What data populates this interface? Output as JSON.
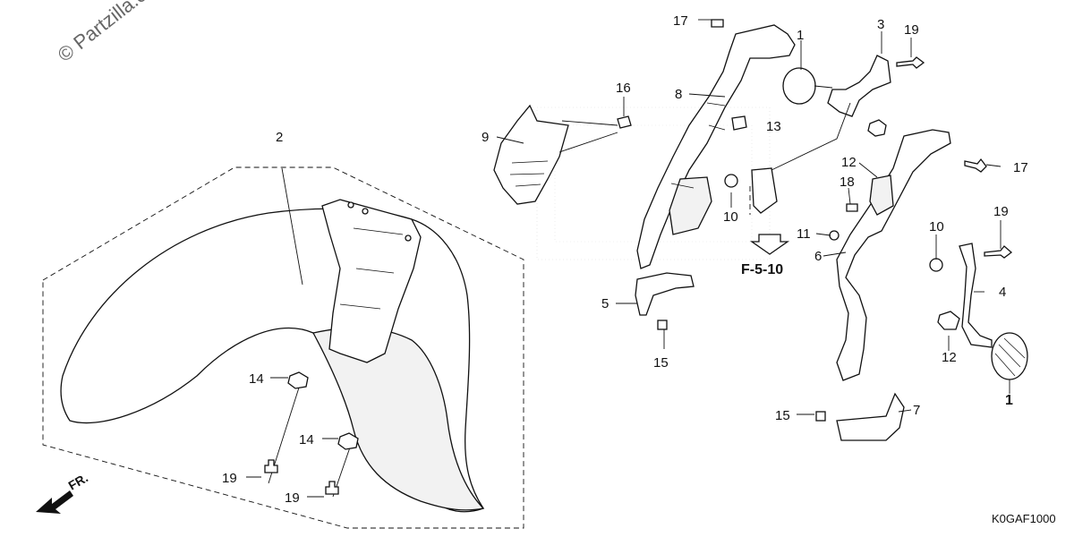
{
  "watermark": "© Partzilla.c",
  "diagram_code": "K0GAF1000",
  "reference": "F-5-10",
  "direction_label": "FR.",
  "callouts": {
    "c1_top": "1",
    "c1_bottom": "1",
    "c2": "2",
    "c3": "3",
    "c4": "4",
    "c5": "5",
    "c6": "6",
    "c7": "7",
    "c8": "8",
    "c9": "9",
    "c10_left": "10",
    "c10_right": "10",
    "c11": "11",
    "c12_top": "12",
    "c12_bottom": "12",
    "c13": "13",
    "c14_upper": "14",
    "c14_lower": "14",
    "c15_left": "15",
    "c15_right": "15",
    "c16": "16",
    "c17_top": "17",
    "c17_right": "17",
    "c18": "18",
    "c19_top": "19",
    "c19_right": "19",
    "c19_left_a": "19",
    "c19_left_b": "19"
  }
}
